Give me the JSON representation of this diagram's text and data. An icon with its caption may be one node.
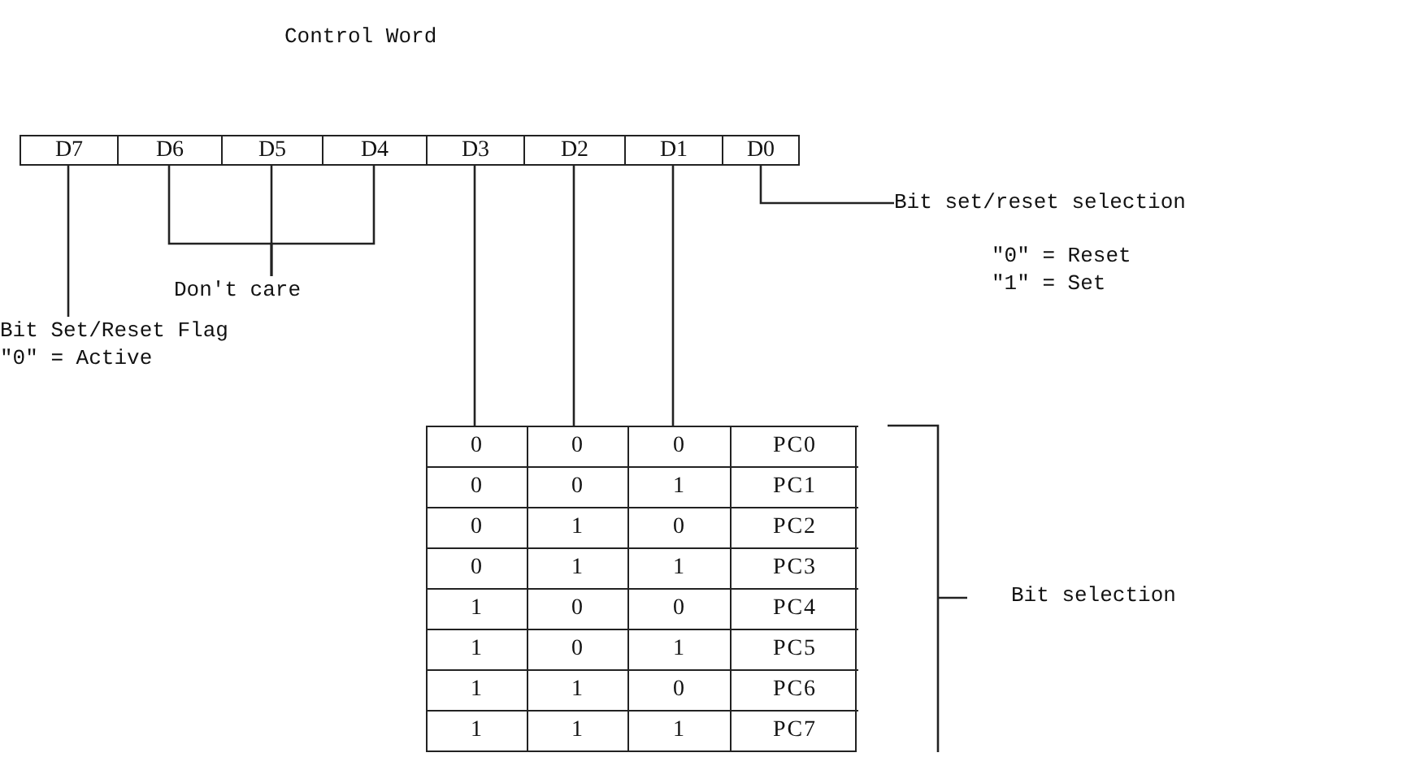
{
  "diagram": {
    "title": "Control Word",
    "nodes": [
      {
        "text": [
          "D7"
        ]
      },
      {
        "text": [
          "D6"
        ]
      },
      {
        "text": [
          "D5"
        ]
      },
      {
        "text": [
          "D4"
        ]
      },
      {
        "text": [
          "D3"
        ]
      },
      {
        "text": [
          "D2"
        ]
      },
      {
        "text": [
          "D1"
        ]
      },
      {
        "text": [
          "D0"
        ]
      },
      {
        "text": [
          "Don't care"
        ]
      },
      {
        "text": [
          "Bit Set/Reset Flag",
          "\"0\" = Active"
        ]
      },
      {
        "text": [
          "Bit set/reset selection",
          "\"0\" = Reset \"1\" = Set"
        ]
      },
      {
        "text": [],
        "shape": "box"
      }
    ],
    "edges": [
      {
        "from": 0,
        "to": 9,
        "arrow": "none"
      },
      {
        "from": 1,
        "to": 8,
        "arrow": "none"
      },
      {
        "from": 2,
        "to": 8,
        "arrow": "none"
      },
      {
        "from": 3,
        "to": 8,
        "arrow": "none"
      },
      {
        "from": 4,
        "to": 11,
        "arrow": "none"
      },
      {
        "from": 5,
        "to": 11,
        "arrow": "none"
      },
      {
        "from": 6,
        "to": 11,
        "arrow": "none"
      },
      {
        "from": 7,
        "to": 10,
        "arrow": "none"
      }
    ],
    "labels": [
      "0",
      "0",
      "0",
      "PC0",
      "0",
      "0",
      "1",
      "PC1",
      "0",
      "1",
      "0",
      "PC2",
      "0",
      "1",
      "1",
      "PC3",
      "1",
      "0",
      "0",
      "PC4",
      "1",
      "0",
      "1",
      "PC5",
      "1",
      "1",
      "0",
      "PC6",
      "1",
      "1",
      "1",
      "PC7",
      "Bit selection"
    ]
  }
}
